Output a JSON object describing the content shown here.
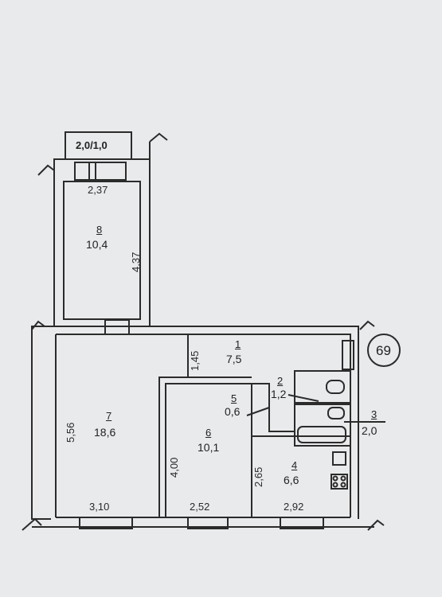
{
  "plan": {
    "apartment_number": "69",
    "balcony": {
      "label": "2,0/1,0"
    },
    "rooms": [
      {
        "id": "1",
        "area": "7,5"
      },
      {
        "id": "2",
        "area": "1,2"
      },
      {
        "id": "3",
        "area": "2,0"
      },
      {
        "id": "4",
        "area": "6,6"
      },
      {
        "id": "5",
        "area": "0,6"
      },
      {
        "id": "6",
        "area": "10,1"
      },
      {
        "id": "7",
        "area": "18,6"
      },
      {
        "id": "8",
        "area": "10,4"
      }
    ],
    "dimensions": {
      "room8_width": "2,37",
      "room8_length": "4,37",
      "hall_depth": "1,45",
      "room7_length": "5,56",
      "room7_width": "3,10",
      "room6_length": "4,00",
      "room6_width": "2,52",
      "kitchen_length": "2,65",
      "kitchen_width": "2,92"
    },
    "colors": {
      "wall": "#2b2b2b",
      "line": "#333333",
      "paper": "#e9eaec"
    }
  }
}
